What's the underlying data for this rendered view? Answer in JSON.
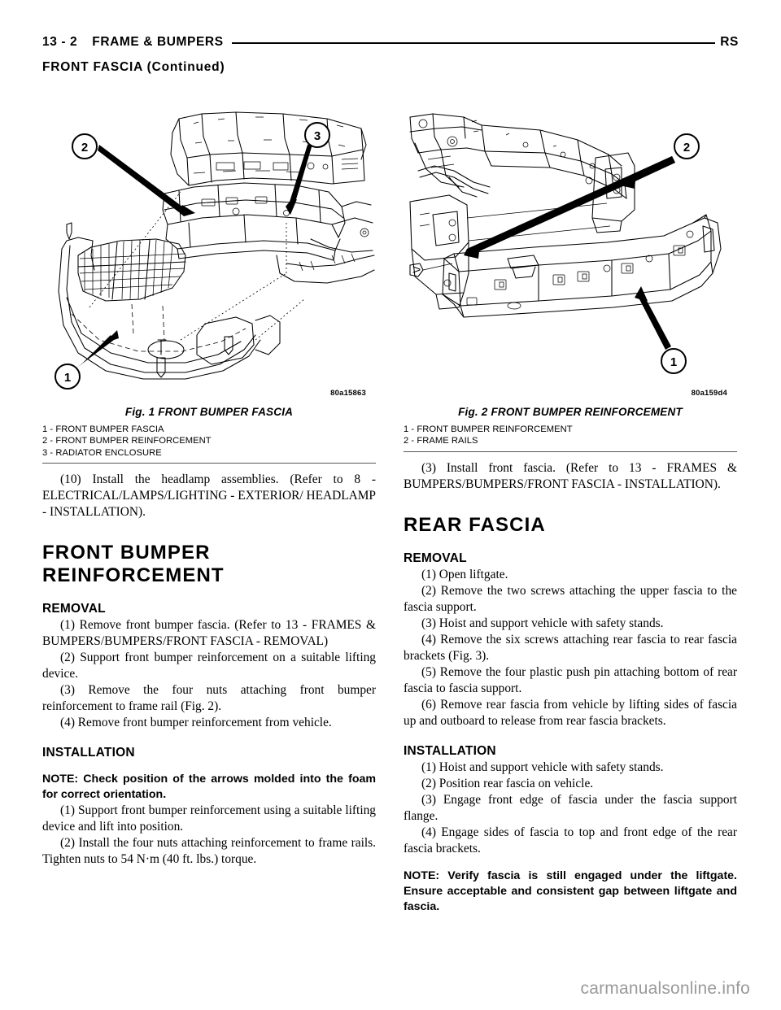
{
  "header": {
    "folio": "13 - 2",
    "section_title": "FRAME & BUMPERS",
    "right_code": "RS",
    "continued": "FRONT FASCIA (Continued)"
  },
  "figures": [
    {
      "art_id": "80a15863",
      "caption": "Fig. 1 FRONT BUMPER FASCIA",
      "legend": [
        "1 - FRONT BUMPER FASCIA",
        "2 - FRONT BUMPER REINFORCEMENT",
        "3 - RADIATOR ENCLOSURE"
      ],
      "callouts": [
        "1",
        "2",
        "3"
      ]
    },
    {
      "art_id": "80a159d4",
      "caption": "Fig. 2 FRONT BUMPER REINFORCEMENT",
      "legend": [
        "1 - FRONT BUMPER REINFORCEMENT",
        "2 - FRAME RAILS"
      ],
      "callouts": [
        "1",
        "2"
      ]
    }
  ],
  "left_column": {
    "continued_step": "(10) Install the headlamp assemblies. (Refer to 8 - ELECTRICAL/LAMPS/LIGHTING - EXTERIOR/ HEADLAMP - INSTALLATION).",
    "section_heading": "FRONT BUMPER REINFORCEMENT",
    "removal_heading": "REMOVAL",
    "removal_steps": [
      "(1) Remove front bumper fascia. (Refer to 13 - FRAMES & BUMPERS/BUMPERS/FRONT FASCIA - REMOVAL)",
      "(2) Support front bumper reinforcement on a suitable lifting device.",
      "(3) Remove the four nuts attaching front bumper reinforcement to frame rail (Fig. 2).",
      "(4) Remove front bumper reinforcement from vehicle."
    ],
    "installation_heading": "INSTALLATION",
    "installation_note": "NOTE: Check position of the arrows molded into the foam for correct orientation.",
    "installation_steps": [
      "(1) Support front bumper reinforcement using a suitable lifting device and lift into position.",
      "(2) Install the four nuts attaching reinforcement to frame rails. Tighten nuts to 54 N·m (40 ft. lbs.) torque."
    ]
  },
  "right_column": {
    "continued_step": "(3) Install front fascia. (Refer to 13 - FRAMES & BUMPERS/BUMPERS/FRONT FASCIA - INSTALLATION).",
    "section_heading": "REAR FASCIA",
    "removal_heading": "REMOVAL",
    "removal_steps": [
      "(1) Open liftgate.",
      "(2) Remove the two screws attaching the upper fascia to the fascia support.",
      "(3) Hoist and support vehicle with safety stands.",
      "(4) Remove the six screws attaching rear fascia to rear fascia brackets (Fig. 3).",
      "(5) Remove the four plastic push pin attaching bottom of rear fascia to fascia support.",
      "(6) Remove rear fascia from vehicle by lifting sides of fascia up and outboard to release from rear fascia brackets."
    ],
    "installation_heading": "INSTALLATION",
    "installation_steps": [
      "(1) Hoist and support vehicle with safety stands.",
      "(2) Position rear fascia on vehicle.",
      "(3) Engage front edge of fascia under the fascia support flange.",
      "(4) Engage sides of fascia to top and front edge of the rear fascia brackets."
    ],
    "installation_note": "NOTE: Verify fascia is still engaged under the liftgate. Ensure acceptable and consistent gap between liftgate and fascia."
  },
  "watermark": "carmanualsonline.info",
  "colors": {
    "ink": "#000000",
    "watermark": "#9a9a9a",
    "rule": "#555555"
  }
}
